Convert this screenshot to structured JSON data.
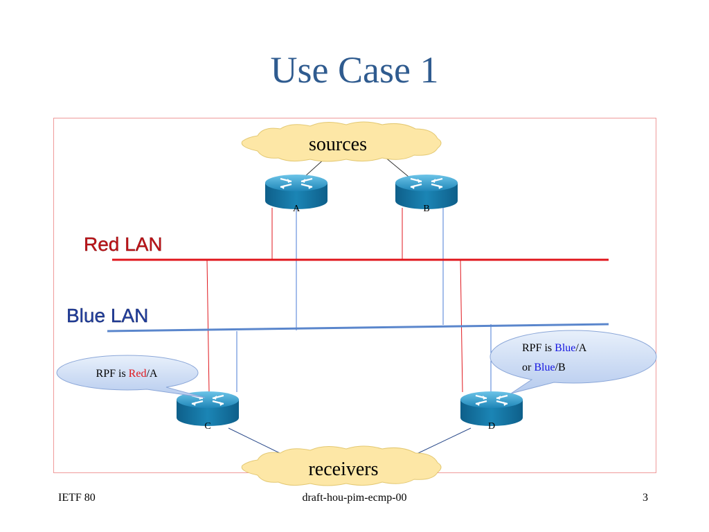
{
  "slide": {
    "title": "Use Case 1",
    "footer_left": "IETF 80",
    "footer_center": "draft-hou-pim-ecmp-00",
    "footer_right": "3"
  },
  "diagram": {
    "sources_label": "sources",
    "receivers_label": "receivers",
    "red_lan_label": "Red LAN",
    "blue_lan_label": "Blue LAN",
    "routers": {
      "a": "A",
      "b": "B",
      "c": "C",
      "d": "D"
    },
    "callout_c": {
      "prefix": "RPF is ",
      "colored": "Red",
      "suffix": "/A"
    },
    "callout_d": {
      "line1_prefix": "RPF is ",
      "line1_colored": "Blue",
      "line1_suffix": "/A",
      "line2_prefix": "or ",
      "line2_colored": "Blue",
      "line2_suffix": "/B"
    },
    "colors": {
      "red": "#e0161c",
      "blue": "#1515e0",
      "title": "#2f5b8f",
      "router": "#1b85b5",
      "cloud": "#fde7a6"
    }
  }
}
